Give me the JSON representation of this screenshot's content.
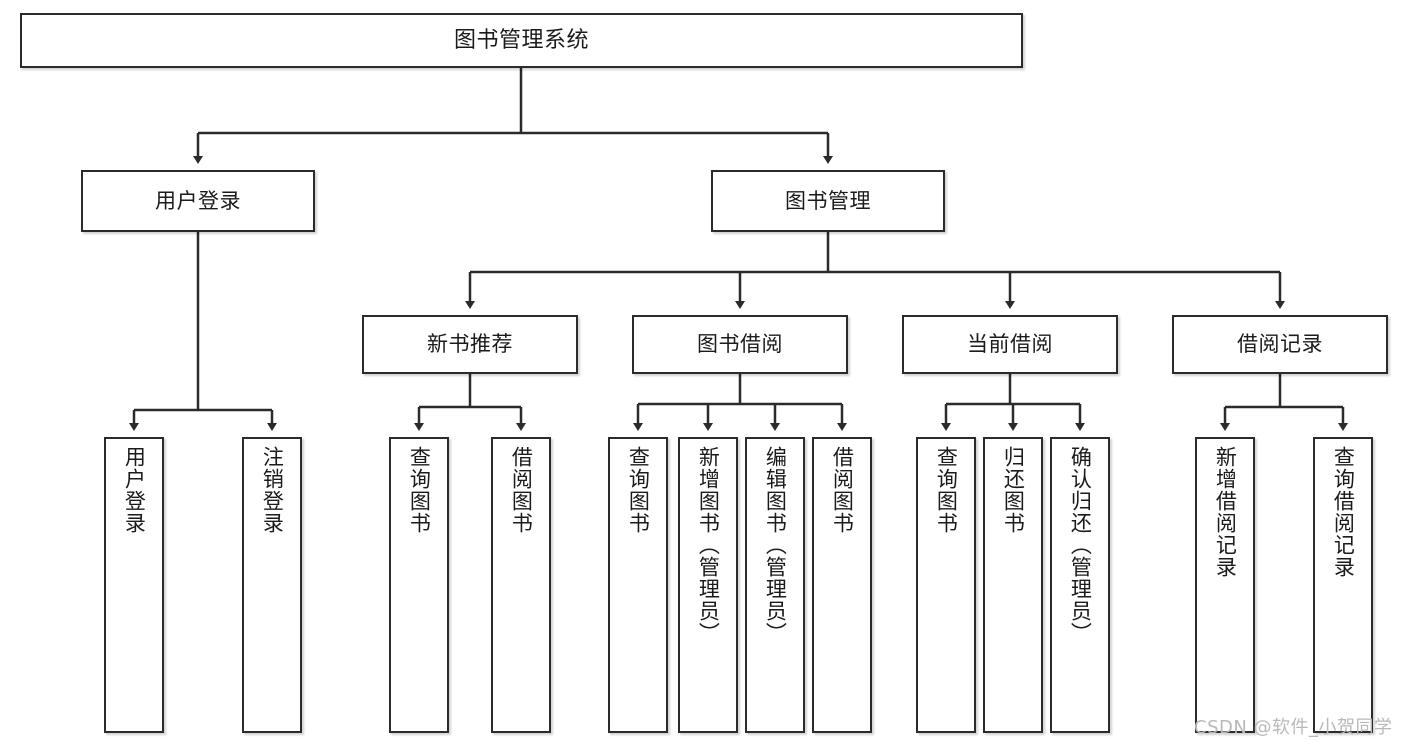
{
  "diagram": {
    "type": "tree",
    "title": "图书管理系统",
    "root": {
      "id": "root",
      "label": "图书管理系统"
    },
    "level2": [
      {
        "id": "user-login",
        "label": "用户登录"
      },
      {
        "id": "book-manage",
        "label": "图书管理"
      }
    ],
    "level3": [
      {
        "id": "new-book-rec",
        "label": "新书推荐"
      },
      {
        "id": "book-borrow",
        "label": "图书借阅"
      },
      {
        "id": "current-borrow",
        "label": "当前借阅"
      },
      {
        "id": "borrow-record",
        "label": "借阅记录"
      }
    ],
    "leaves": {
      "user_login": [
        {
          "id": "leaf-user-login",
          "label": "用户登录"
        },
        {
          "id": "leaf-logout",
          "label": "注销登录"
        }
      ],
      "new_book_rec": [
        {
          "id": "leaf-query-book-1",
          "label": "查询图书"
        },
        {
          "id": "leaf-borrow-book-1",
          "label": "借阅图书"
        }
      ],
      "book_borrow": [
        {
          "id": "leaf-query-book-2",
          "label": "查询图书"
        },
        {
          "id": "leaf-add-book",
          "label": "新增图书（管理员）"
        },
        {
          "id": "leaf-edit-book",
          "label": "编辑图书（管理员）"
        },
        {
          "id": "leaf-borrow-book-2",
          "label": "借阅图书"
        }
      ],
      "current_borrow": [
        {
          "id": "leaf-query-book-3",
          "label": "查询图书"
        },
        {
          "id": "leaf-return-book",
          "label": "归还图书"
        },
        {
          "id": "leaf-confirm-return",
          "label": "确认归还（管理员）"
        }
      ],
      "borrow_record": [
        {
          "id": "leaf-add-record",
          "label": "新增借阅记录"
        },
        {
          "id": "leaf-query-record",
          "label": "查询借阅记录"
        }
      ]
    }
  },
  "watermark": {
    "text": "CSDN @软件_小贺同学"
  },
  "colors": {
    "border": "#2b2b2b",
    "background": "#ffffff",
    "text": "#1b1b1b",
    "watermark": "#b9b9b9"
  }
}
